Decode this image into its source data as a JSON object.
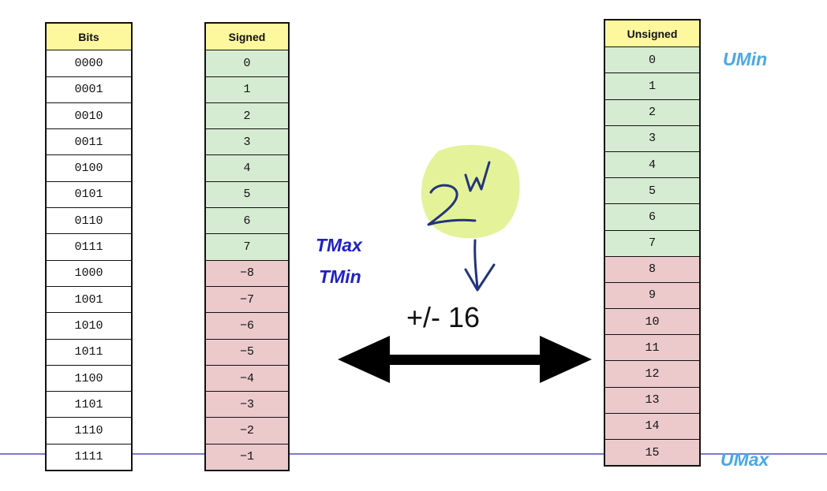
{
  "tables": {
    "bits": {
      "header": "Bits",
      "rows": [
        "0000",
        "0001",
        "0010",
        "0011",
        "0100",
        "0101",
        "0110",
        "0111",
        "1000",
        "1001",
        "1010",
        "1011",
        "1100",
        "1101",
        "1110",
        "1111"
      ]
    },
    "signed": {
      "header": "Signed",
      "rows": [
        "0",
        "1",
        "2",
        "3",
        "4",
        "5",
        "6",
        "7",
        "−8",
        "−7",
        "−6",
        "−5",
        "−4",
        "−3",
        "−2",
        "−1"
      ]
    },
    "unsigned": {
      "header": "Unsigned",
      "rows": [
        "0",
        "1",
        "2",
        "3",
        "4",
        "5",
        "6",
        "7",
        "8",
        "9",
        "10",
        "11",
        "12",
        "13",
        "14",
        "15"
      ]
    }
  },
  "labels": {
    "tmax": "TMax",
    "tmin": "TMin",
    "umin": "UMin",
    "umax": "UMax",
    "delta": "+/- 16"
  },
  "annotation": {
    "base": "2",
    "exponent": "w"
  },
  "colors": {
    "header_bg": "#fdf79e",
    "nonneg_bg": "#d6ecd2",
    "neg_bg": "#eccacb",
    "tmax_tmin_text": "#2020c8",
    "umin_umax_text": "#4aa8e8",
    "highlight_blob": "#e4f29a",
    "pen_ink": "#23347a"
  }
}
